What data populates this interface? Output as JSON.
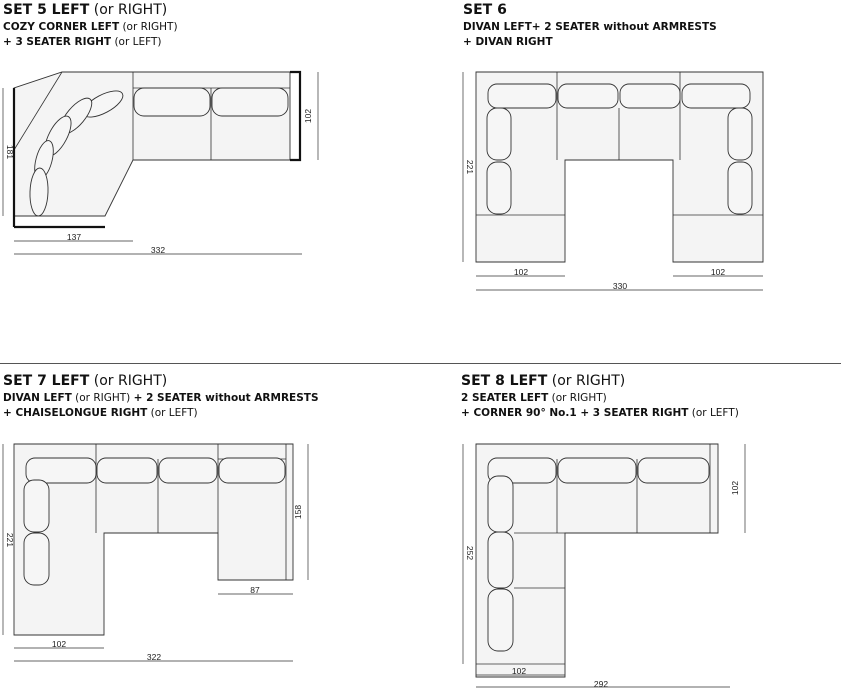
{
  "sets": [
    {
      "title_bold": "SET 5 LEFT",
      "title_rest": " (or RIGHT)",
      "line1": [
        {
          "b": true,
          "t": "COZY CORNER  LEFT"
        },
        {
          "b": false,
          "t": " (or RIGHT)"
        }
      ],
      "line2": [
        {
          "b": true,
          "t": "+ 3 SEATER RIGHT"
        },
        {
          "b": false,
          "t": " (or LEFT)"
        }
      ],
      "dims": {
        "a": "137",
        "b": "332",
        "h": "181",
        "d": "102"
      }
    },
    {
      "title_bold": "SET 6",
      "title_rest": "",
      "line1": [
        {
          "b": true,
          "t": "DIVAN LEFT+ 2 SEATER without ARMRESTS"
        }
      ],
      "line2": [
        {
          "b": true,
          "t": "+ DIVAN RIGHT"
        }
      ],
      "dims": {
        "a": "102",
        "b": "102",
        "c": "330",
        "h": "221"
      }
    },
    {
      "title_bold": "SET 7 LEFT",
      "title_rest": " (or RIGHT)",
      "line1": [
        {
          "b": true,
          "t": "DIVAN LEFT"
        },
        {
          "b": false,
          "t": " (or RIGHT) "
        },
        {
          "b": true,
          "t": "+ 2 SEATER without ARMRESTS"
        }
      ],
      "line2": [
        {
          "b": true,
          "t": "+ CHAISELONGUE RIGHT"
        },
        {
          "b": false,
          "t": " (or LEFT)"
        }
      ],
      "dims": {
        "a": "102",
        "b": "322",
        "c": "87",
        "h": "221",
        "d": "158"
      }
    },
    {
      "title_bold": "SET 8 LEFT",
      "title_rest": " (or RIGHT)",
      "line1": [
        {
          "b": true,
          "t": "2 SEATER LEFT"
        },
        {
          "b": false,
          "t": " (or RIGHT)"
        }
      ],
      "line2": [
        {
          "b": true,
          "t": "+ CORNER 90° No.1 + 3 SEATER RIGHT"
        },
        {
          "b": false,
          "t": " (or LEFT)"
        }
      ],
      "dims": {
        "a": "102",
        "b": "292",
        "h": "252",
        "d": "102"
      }
    }
  ],
  "colors": {
    "fill": "#f4f4f4",
    "line": "#333333",
    "base": "#111111"
  }
}
